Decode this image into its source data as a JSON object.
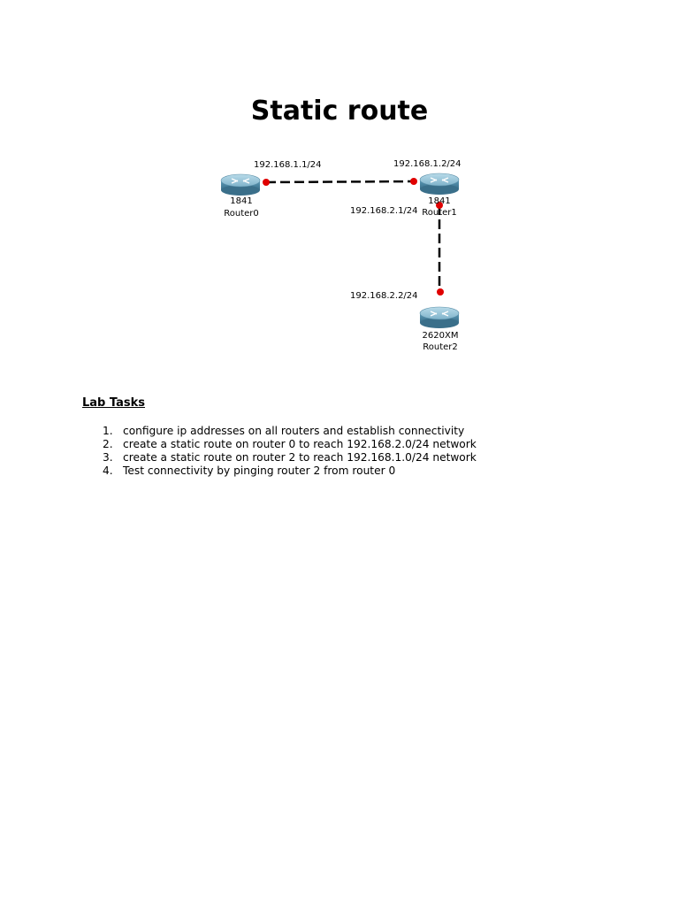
{
  "title": "Static route",
  "topology": {
    "routers": [
      {
        "model": "1841",
        "name": "Router0"
      },
      {
        "model": "1841",
        "name": "Router1"
      },
      {
        "model": "2620XM",
        "name": "Router2"
      }
    ],
    "interfaces": {
      "r0_link1": "192.168.1.1/24",
      "r1_link1": "192.168.1.2/24",
      "r1_link2": "192.168.2.1/24",
      "r2_link2": "192.168.2.2/24"
    },
    "colors": {
      "link": "#000000",
      "port": "#e00000",
      "router_body": "#4f8fad"
    }
  },
  "lab_tasks": {
    "heading": "Lab Tasks",
    "items": [
      {
        "num": "1.",
        "text": "configure ip addresses on all routers and establish connectivity"
      },
      {
        "num": "2.",
        "text": "create a static route on router 0 to reach 192.168.2.0/24 network"
      },
      {
        "num": "3.",
        "text": "create a static route on router 2 to reach 192.168.1.0/24 network"
      },
      {
        "num": "4.",
        "text": "Test connectivity by pinging router 2 from router 0"
      }
    ]
  }
}
